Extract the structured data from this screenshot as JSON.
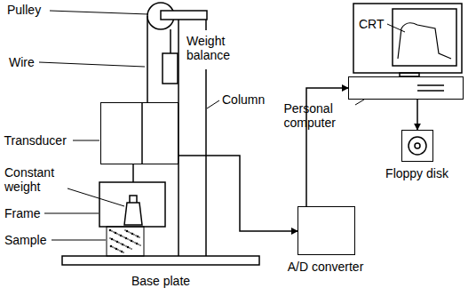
{
  "diagram": {
    "nodes": [
      {
        "text": [
          "Transducer"
        ]
      },
      {
        "text": [
          "A/D converter"
        ]
      },
      {
        "text": [
          "Personal computer"
        ]
      },
      {
        "text": [
          "Floppy disk"
        ]
      }
    ],
    "edges": [
      {
        "from": 0,
        "to": 1,
        "arrow": "to"
      },
      {
        "from": 1,
        "to": 2,
        "arrow": "to"
      },
      {
        "from": 2,
        "to": 3,
        "arrow": "to"
      }
    ],
    "labels": [
      "Pulley",
      "Wire",
      "Weight balance",
      "Column",
      "Constant weight",
      "Frame",
      "Sample",
      "Base plate",
      "CRT"
    ]
  }
}
